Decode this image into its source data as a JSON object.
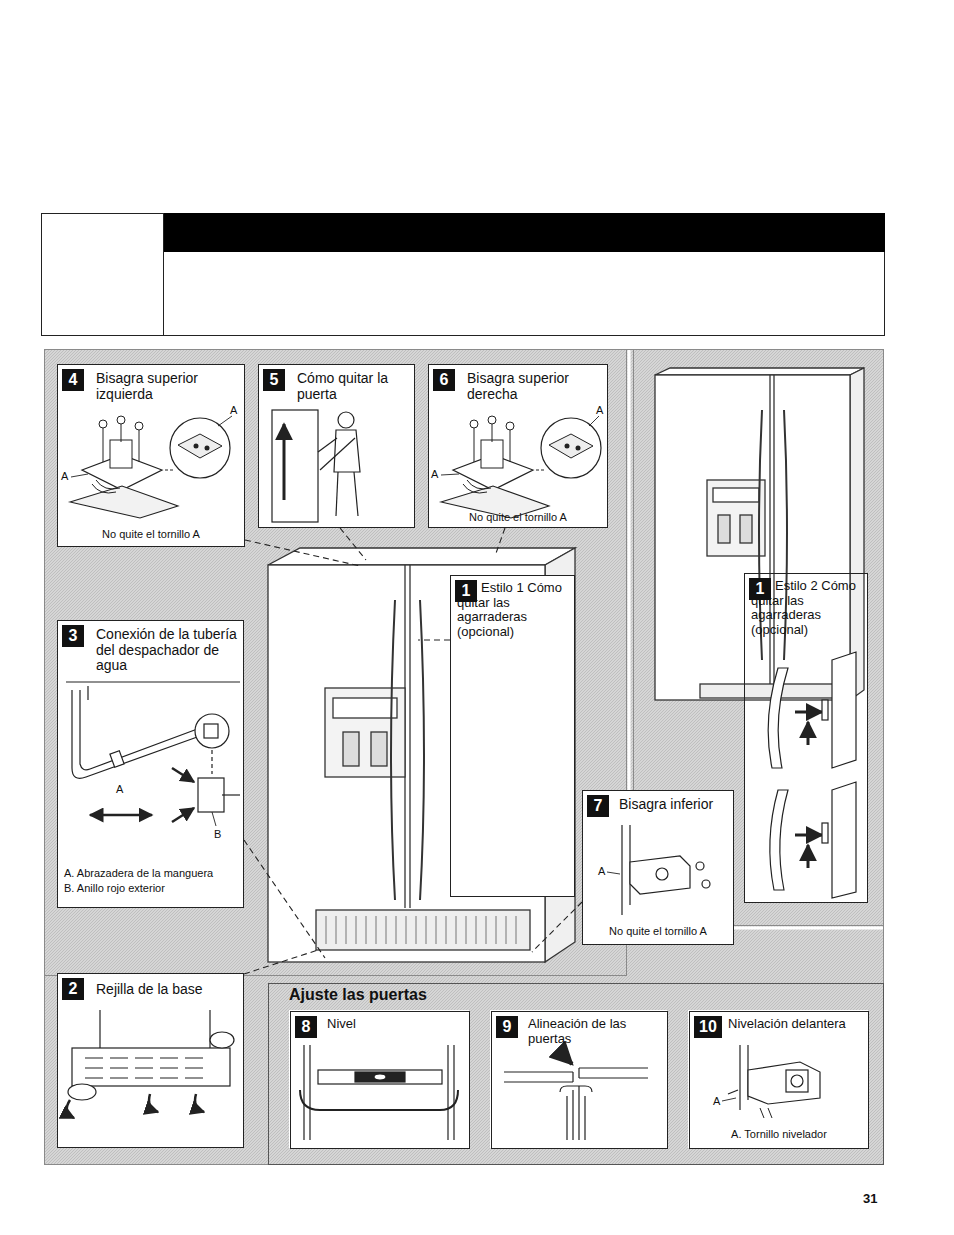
{
  "diagram": {
    "nodes": [
      {
        "text": [
          "4",
          "Bisagra superior izquierda",
          "No quite el tornillo A"
        ]
      },
      {
        "text": [
          "5",
          "Cómo quitar la puerta"
        ]
      },
      {
        "text": [
          "6",
          "Bisagra superior derecha",
          "No quite el tornillo A"
        ]
      },
      {
        "text": [
          "3",
          "Conexión de la tubería del despachador de agua",
          "A. Abrazadera de la manguera",
          "B. Anillo rojo exterior"
        ]
      },
      {
        "text": [
          "1",
          "Estilo 1 Cómo quitar las agarraderas (opcional)"
        ]
      },
      {
        "text": [
          "1",
          "Estilo 2 Cómo quitar las agarraderas (opcional)"
        ]
      },
      {
        "text": [
          "7",
          "Bisagra inferior",
          "No quite el tornillo A"
        ]
      },
      {
        "text": [
          "2",
          "Rejilla de la base"
        ]
      },
      {
        "text": [
          "Ajuste las puertas"
        ]
      },
      {
        "text": [
          "8",
          "Nivel"
        ],
        "in": 8
      },
      {
        "text": [
          "9",
          "Alineación de las puertas"
        ],
        "in": 8
      },
      {
        "text": [
          "10",
          "Nivelación delantera",
          "A. Tornillo nivelador"
        ],
        "in": 8
      }
    ],
    "labels": [
      "A",
      "A",
      "A",
      "A",
      "A",
      "B",
      "A",
      "A",
      "31"
    ]
  }
}
